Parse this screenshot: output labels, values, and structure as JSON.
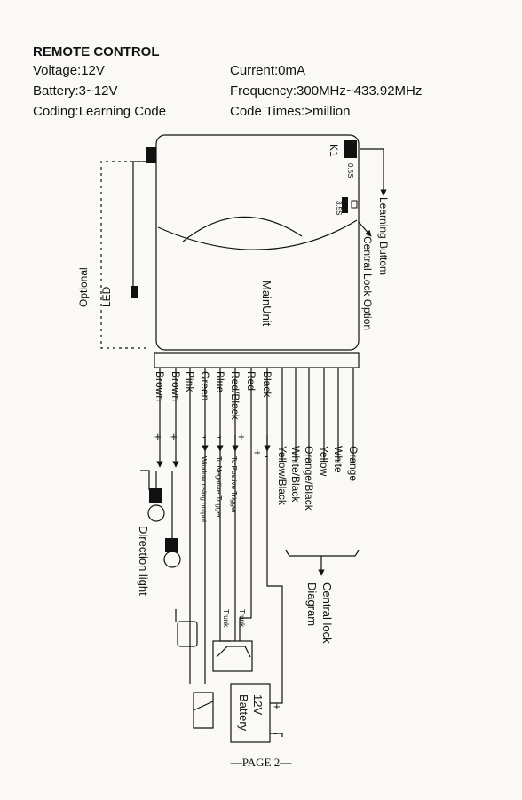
{
  "header": {
    "title": "REMOTE CONTROL",
    "voltage": "Voltage:12V",
    "battery": "Battery:3~12V",
    "coding": "Coding:Learning Code",
    "current": "Current:0mA",
    "frequency": "Frequency:300MHz~433.92MHz",
    "code_times": "Code Times:>million"
  },
  "main_unit": {
    "label": "MainUnit",
    "k1": "K1",
    "t_short": "0.5S",
    "t_long": "3.5S",
    "learning_button": "Learning Buttom",
    "central_lock_option": "Central Lock Option",
    "led": "LED",
    "optional": "Optional"
  },
  "wires": {
    "left": [
      "Brown",
      "Brown",
      "Pink",
      "Green",
      "Blue",
      "Red/Black",
      "Red",
      "Black"
    ],
    "right": [
      "Orange",
      "White",
      "Yellow",
      "Orange/Black",
      "White/Black",
      "Yellow/Black"
    ]
  },
  "signs": {
    "plus": "+",
    "minus": "-"
  },
  "annotations": {
    "window": "Window rising output",
    "negative": "To Negative Trigger",
    "positive": "To Postive Trigger",
    "trunk": "Trunk",
    "direction_light": "Direction light",
    "central_lock": "Central lock",
    "diagram": "Diagram",
    "battery_12v": "12V",
    "battery_label": "Battery"
  },
  "footer": {
    "page": "—PAGE 2—"
  }
}
